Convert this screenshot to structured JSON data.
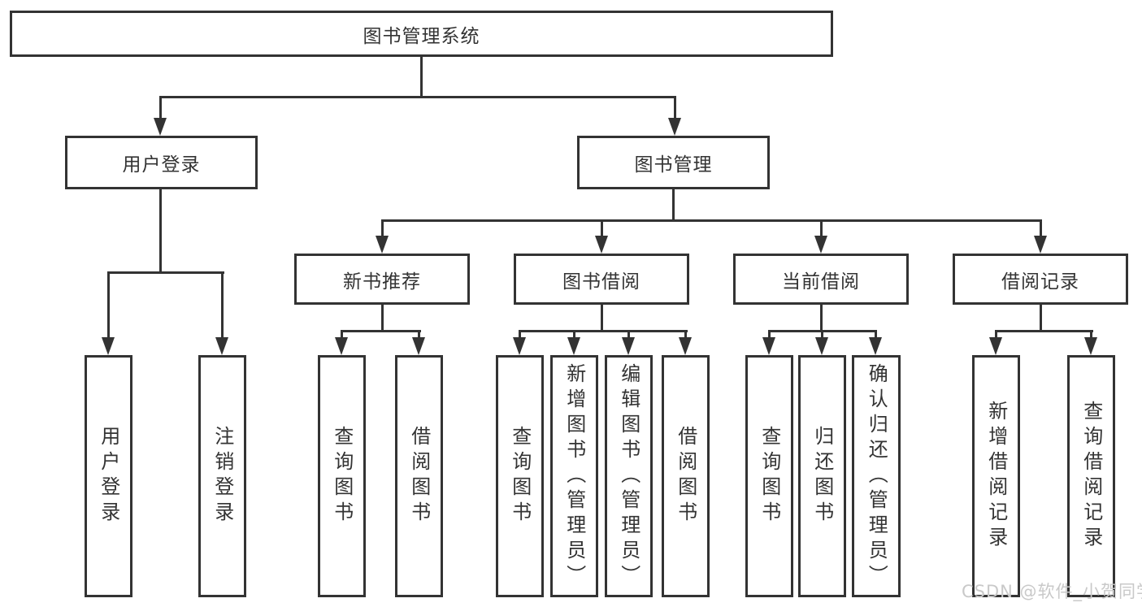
{
  "nodes": {
    "root": "图书管理系统",
    "level2": {
      "user_login": "用户登录",
      "book_mgmt": "图书管理"
    },
    "level3": {
      "new_books": "新书推荐",
      "book_borrow": "图书借阅",
      "current_borrow": "当前借阅",
      "borrow_records": "借阅记录"
    },
    "leaves": {
      "user_login": [
        "用户登录",
        "注销登录"
      ],
      "new_books": [
        "查询图书",
        "借阅图书"
      ],
      "book_borrow": [
        "查询图书",
        "新增图书（管理员）",
        "编辑图书（管理员）",
        "借阅图书"
      ],
      "current_borrow": [
        "查询图书",
        "归还图书",
        "确认归还（管理员）"
      ],
      "borrow_records": [
        "新增借阅记录",
        "查询借阅记录"
      ]
    }
  },
  "watermark": "CSDN @软件_小贺同学",
  "colors": {
    "line": "#333333",
    "text": "#333333",
    "watermark": "#c9c9c9",
    "background": "#ffffff"
  }
}
